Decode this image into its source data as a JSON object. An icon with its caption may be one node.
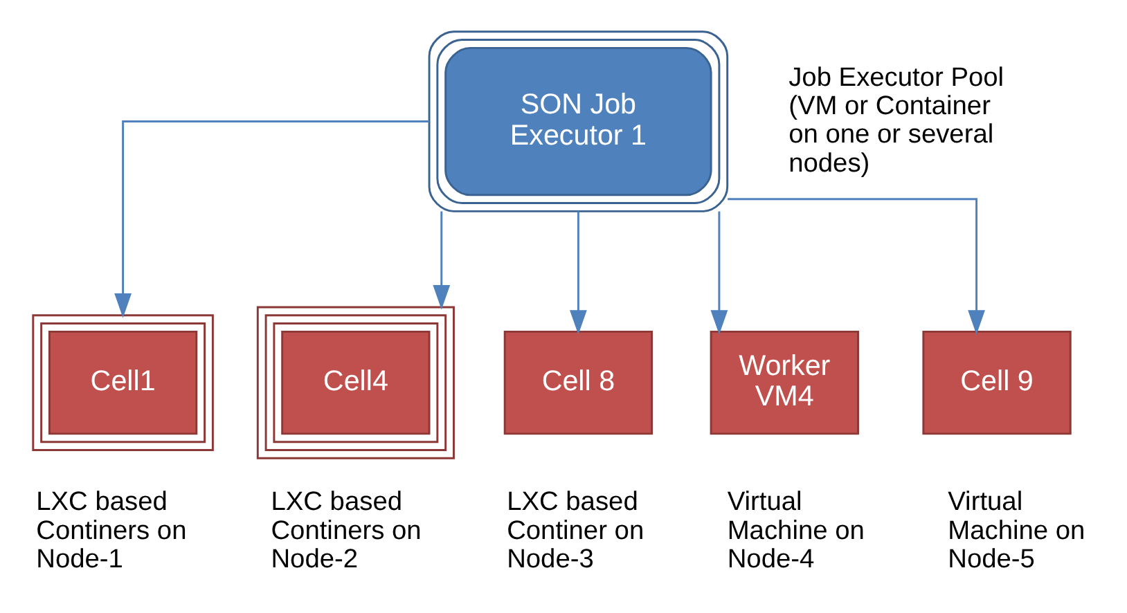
{
  "diagram": {
    "nodes": [
      {
        "text": [
          "SON Job Executor 1"
        ],
        "beside": [
          "Job Executor Pool (VM or Container on one or several nodes)"
        ]
      },
      {
        "text": [
          "Cell1"
        ],
        "beside": [
          "LXC based Continers on Node-1"
        ]
      },
      {
        "text": [
          "Cell4"
        ],
        "beside": [
          "LXC based Continers on Node-2"
        ]
      },
      {
        "text": [
          "Cell 8"
        ],
        "beside": [
          "LXC based Continer on Node-3"
        ]
      },
      {
        "text": [
          "Worker VM4"
        ],
        "beside": [
          "Virtual Machine on Node-4"
        ]
      },
      {
        "text": [
          "Cell 9"
        ],
        "beside": [
          "Virtual Machine on Node-5"
        ]
      }
    ],
    "edges": [
      {
        "from": 0,
        "to": 1,
        "arrow": "to"
      },
      {
        "from": 0,
        "to": 2,
        "arrow": "to"
      },
      {
        "from": 0,
        "to": 3,
        "arrow": "to"
      },
      {
        "from": 0,
        "to": 4,
        "arrow": "to"
      },
      {
        "from": 0,
        "to": 5,
        "arrow": "to"
      }
    ]
  }
}
